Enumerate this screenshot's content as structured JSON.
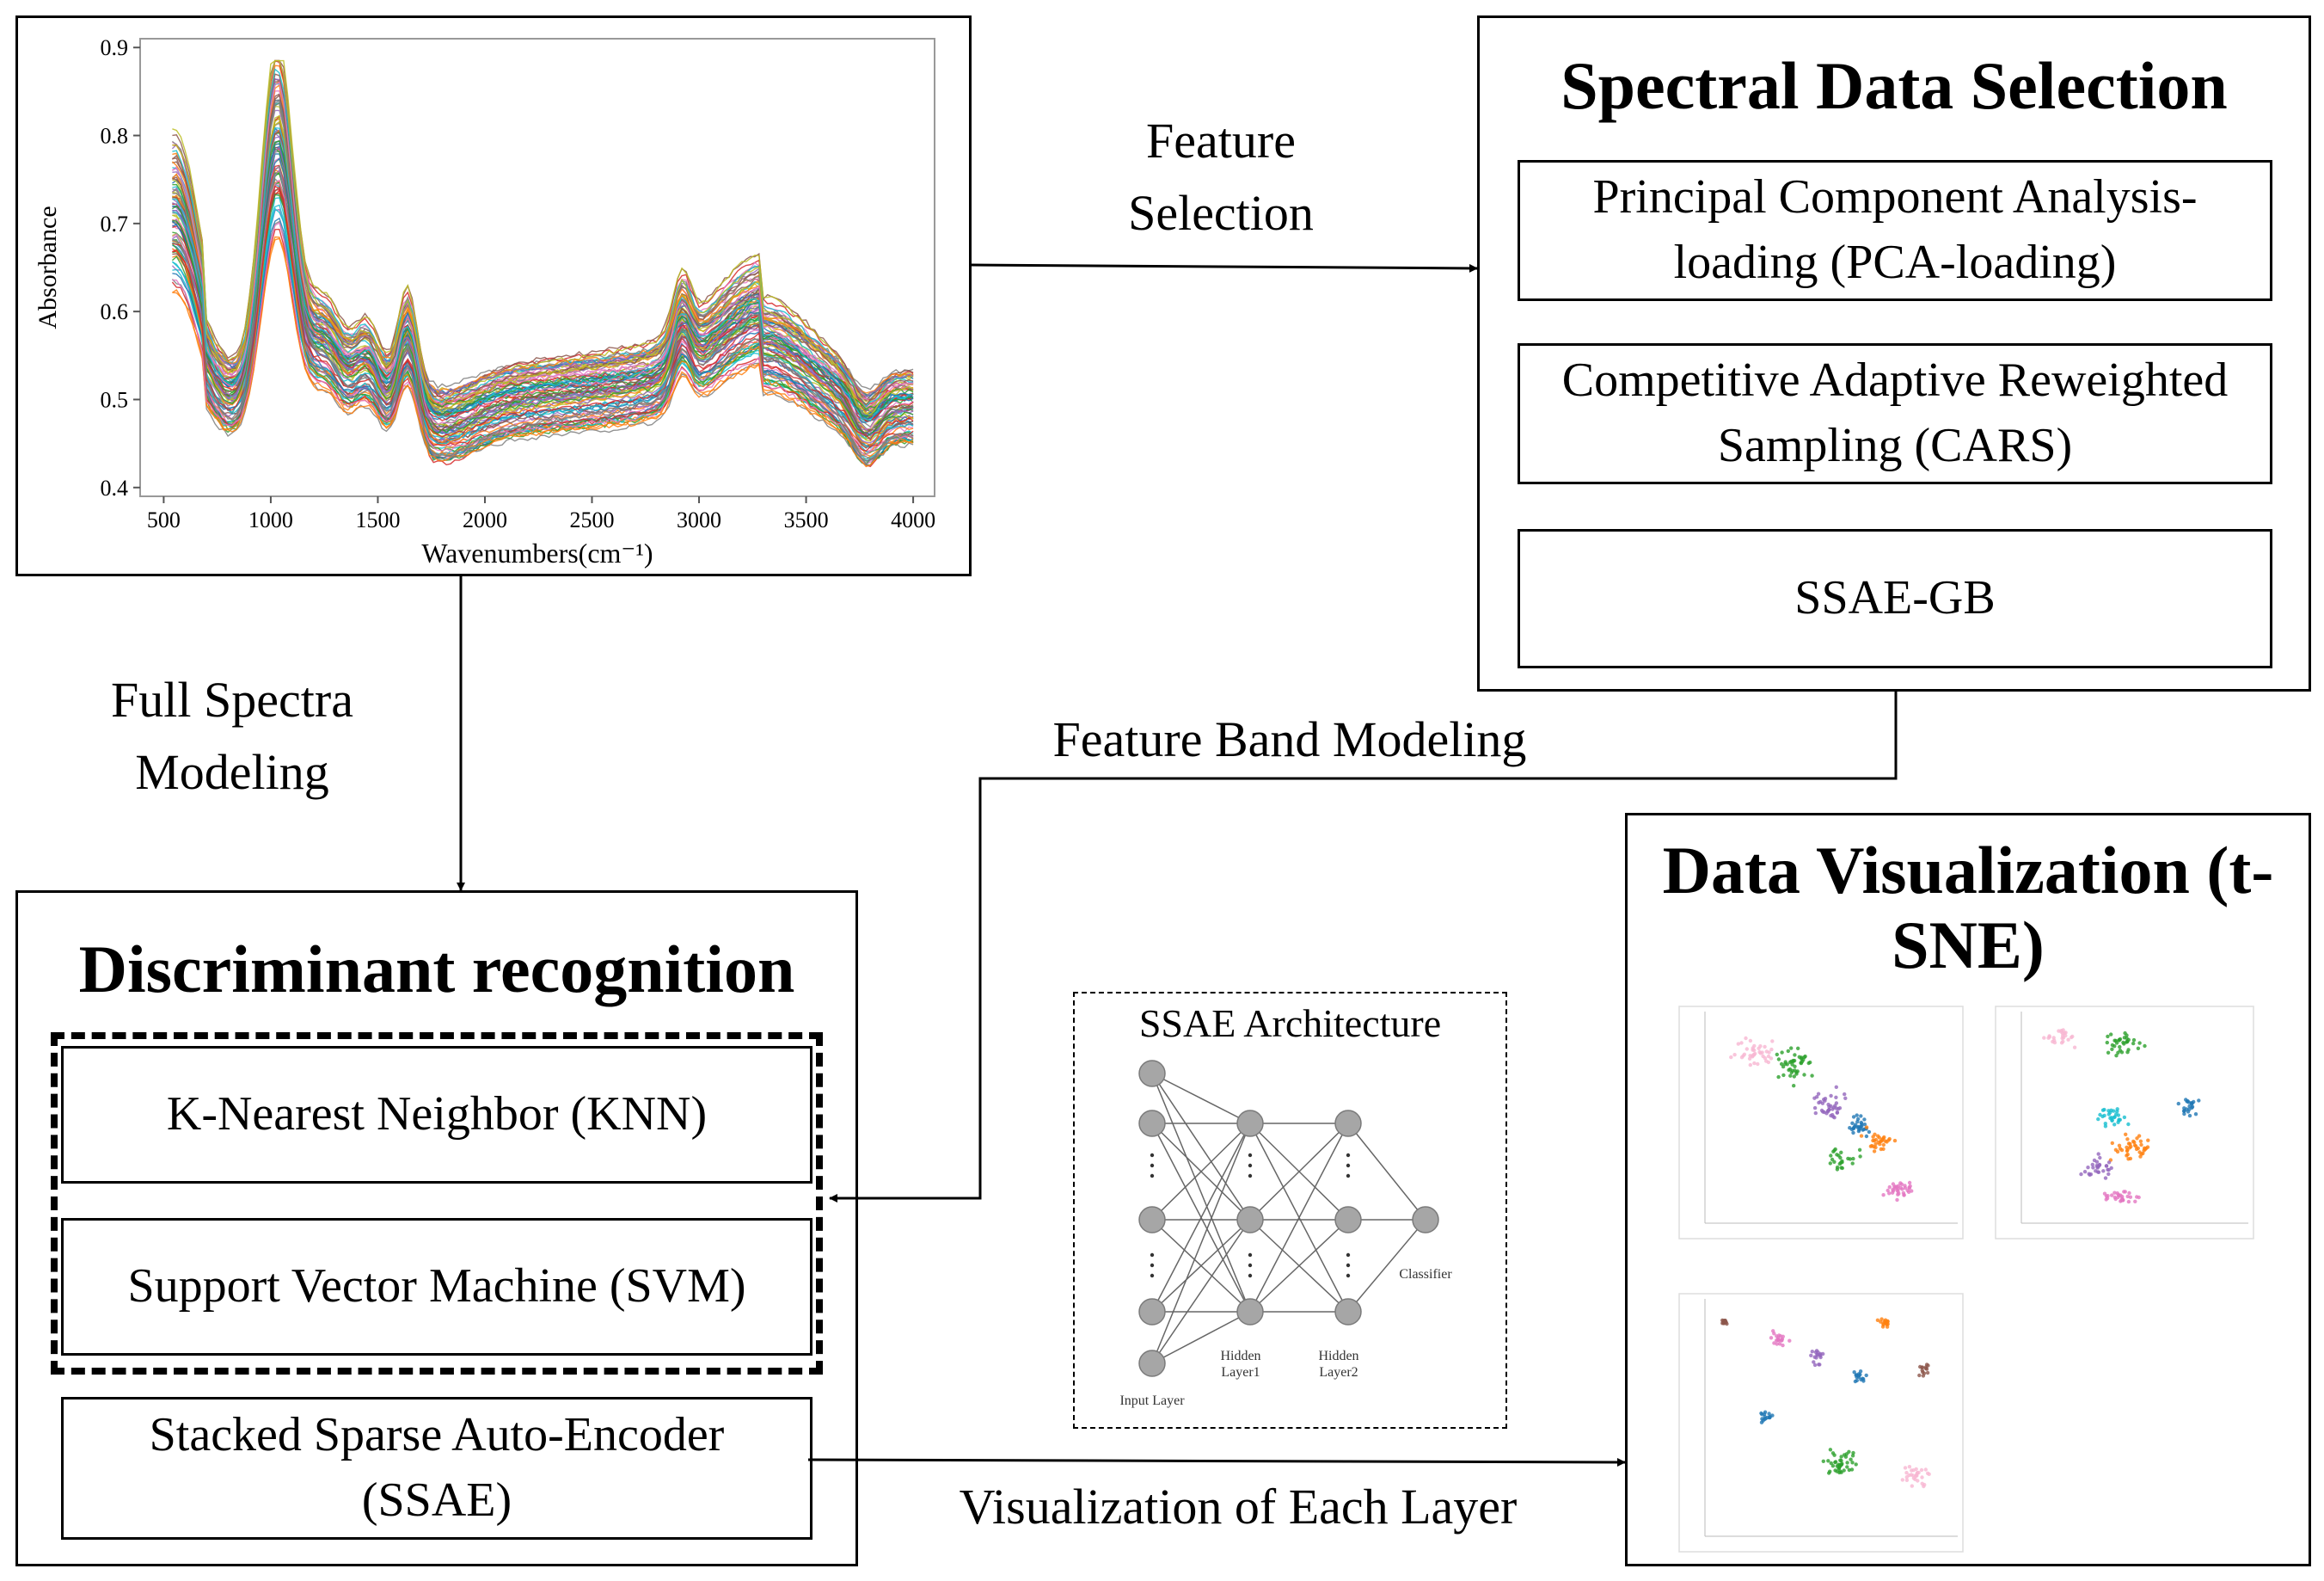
{
  "spectrum": {
    "ylabel": "Absorbance",
    "xlabel": "Wavenumbers(cm⁻¹)",
    "xticks": [
      "500",
      "1000",
      "1500",
      "2000",
      "2500",
      "3000",
      "3500",
      "4000"
    ],
    "yticks": [
      "0.4",
      "0.5",
      "0.6",
      "0.7",
      "0.8",
      "0.9"
    ]
  },
  "arrows": {
    "feature_selection": "Feature Selection",
    "full_spectra": "Full Spectra Modeling",
    "feature_band": "Feature Band Modeling",
    "visualization": "Visualization of Each Layer"
  },
  "spectral_selection": {
    "title": "Spectral Data Selection",
    "methods": [
      "Principal Component Analysis-loading (PCA-loading)",
      "Competitive Adaptive Reweighted Sampling (CARS)",
      "SSAE-GB"
    ]
  },
  "discriminant": {
    "title": "Discriminant recognition",
    "methods": [
      "K-Nearest Neighbor (KNN)",
      "Support Vector Machine (SVM)",
      "Stacked Sparse Auto-Encoder (SSAE)"
    ]
  },
  "ssae": {
    "title": "SSAE Architecture",
    "labels": {
      "input": "Input Layer",
      "hidden1": "Hidden Layer1",
      "hidden2": "Hidden Layer2",
      "classifier": "Classifier"
    }
  },
  "visualization": {
    "title": "Data Visualization (t-SNE)"
  }
}
